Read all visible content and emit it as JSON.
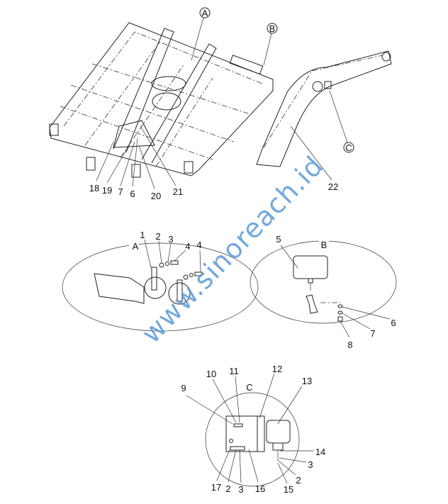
{
  "watermark": "www.sinoreach.id",
  "overview": {
    "detail_markers": [
      "A",
      "B",
      "C"
    ],
    "callouts": [
      "18",
      "19",
      "7",
      "6",
      "20",
      "21",
      "22"
    ]
  },
  "detail_a": {
    "title": "A",
    "callouts": [
      "1",
      "2",
      "3",
      "4",
      "4"
    ]
  },
  "detail_b": {
    "title": "B",
    "callouts": [
      "5",
      "6",
      "7",
      "8"
    ]
  },
  "detail_c": {
    "title": "C",
    "callouts": [
      "9",
      "10",
      "11",
      "12",
      "13",
      "14",
      "3",
      "2",
      "15",
      "17",
      "2",
      "3",
      "16"
    ]
  }
}
